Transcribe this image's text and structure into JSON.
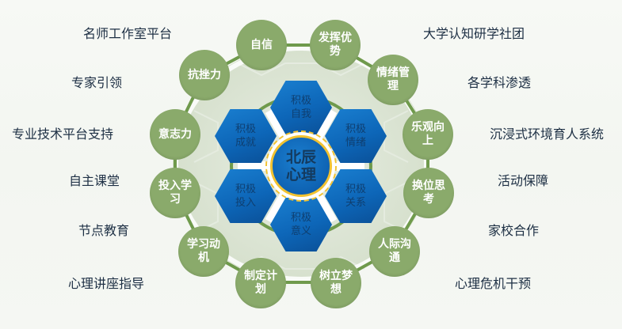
{
  "diagram": {
    "center": {
      "line1": "北辰",
      "line2": "心理"
    },
    "hexagons": [
      {
        "id": "self",
        "line1": "积极",
        "line2": "自我"
      },
      {
        "id": "emotion",
        "line1": "积极",
        "line2": "情绪"
      },
      {
        "id": "relation",
        "line1": "积极",
        "line2": "关系"
      },
      {
        "id": "meaning",
        "line1": "积极",
        "line2": "意义"
      },
      {
        "id": "engagement",
        "line1": "积极",
        "line2": "投入"
      },
      {
        "id": "achievement",
        "line1": "积极",
        "line2": "成就"
      }
    ],
    "ring_nodes": [
      {
        "label": "自信"
      },
      {
        "label": "发挥优势"
      },
      {
        "label": "情绪管理"
      },
      {
        "label": "乐观向上"
      },
      {
        "label": "换位思考"
      },
      {
        "label": "人际沟通"
      },
      {
        "label": "树立梦想"
      },
      {
        "label": "制定计划"
      },
      {
        "label": "学习动机"
      },
      {
        "label": "投入学习"
      },
      {
        "label": "意志力"
      },
      {
        "label": "抗挫力"
      }
    ],
    "left_labels": [
      "名师工作室平台",
      "专家引领",
      "专业技术平台支持",
      "自主课堂",
      "节点教育",
      "心理讲座指导"
    ],
    "right_labels": [
      "大学认知研学社团",
      "各学科渗透",
      "沉浸式环境育人系统",
      "活动保障",
      "家校合作",
      "心理危机干预"
    ],
    "colors": {
      "ring_node": "#8aaa6b",
      "ring_line": "#6f9a4c",
      "hexagon": "#0d66b8",
      "core_border": "#f2c230",
      "text_dark": "#1d2f44",
      "halo": "#d9e3d2"
    }
  }
}
